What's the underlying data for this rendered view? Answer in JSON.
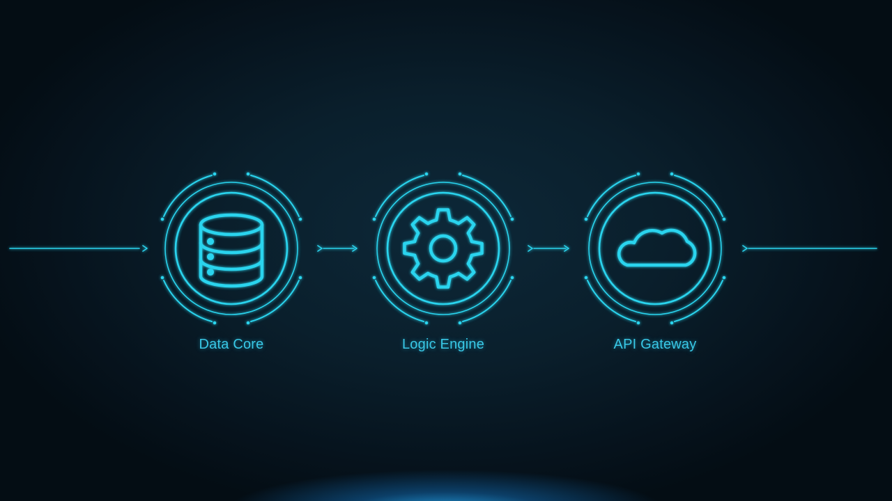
{
  "nodes": [
    {
      "label": "Data Core",
      "icon": "database-icon"
    },
    {
      "label": "Logic Engine",
      "icon": "gear-icon"
    },
    {
      "label": "API Gateway",
      "icon": "cloud-icon"
    }
  ],
  "colors": {
    "background": "#06121c",
    "accent": "#2ad4ee",
    "label": "#39c8e6",
    "glow": "#28b4ff"
  }
}
